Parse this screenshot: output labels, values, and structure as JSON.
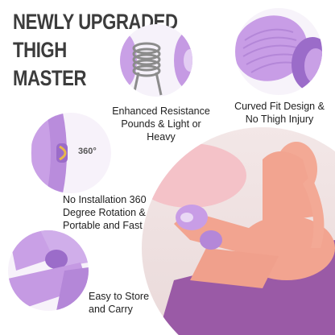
{
  "headline": {
    "line1": "NEWLY UPGRADED",
    "line2": "THIGH",
    "line3": "MASTER"
  },
  "features": {
    "resistance": {
      "line1": "Enhanced Resistance",
      "line2": "Pounds & Light or",
      "line3": "Heavy"
    },
    "curved": {
      "line1": "Curved Fit Design &",
      "line2": "No Thigh Injury"
    },
    "rotation": {
      "badge": "360°",
      "line1": "No Installation 360",
      "line2": "Degree Rotation &",
      "line3": "Portable and Fast"
    },
    "storage": {
      "line1": "Easy to Store",
      "line2": "and Carry"
    }
  },
  "colors": {
    "product_purple": "#c9a0e6",
    "dark_purple": "#9b6cc9",
    "mat_purple": "#9a5aa6",
    "skin": "#f3a995",
    "outfit_salmon": "#f2a490",
    "text_dark": "#3c3c3c"
  }
}
